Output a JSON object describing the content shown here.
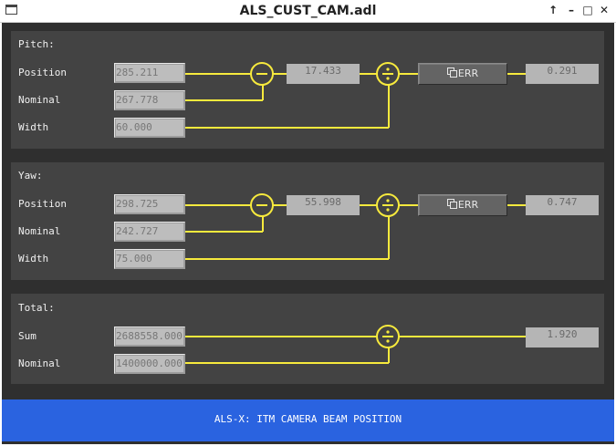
{
  "window": {
    "title": "ALS_CUST_CAM.adl",
    "buttons": {
      "up": "↑",
      "minimize": "–",
      "maximize": "□",
      "close": "✕"
    }
  },
  "pitch": {
    "heading": "Pitch:",
    "position_label": "Position",
    "nominal_label": "Nominal",
    "width_label": "Width",
    "position": "285.211",
    "nominal": "267.778",
    "width": "60.000",
    "difference": "17.433",
    "err_label": "ERR",
    "result": "0.291"
  },
  "yaw": {
    "heading": "Yaw:",
    "position_label": "Position",
    "nominal_label": "Nominal",
    "width_label": "Width",
    "position": "298.725",
    "nominal": "242.727",
    "width": "75.000",
    "difference": "55.998",
    "err_label": "ERR",
    "result": "0.747"
  },
  "total": {
    "heading": "Total:",
    "sum_label": "Sum",
    "nominal_label": "Nominal",
    "sum": "2688558.000",
    "nominal": "1400000.000",
    "result": "1.920"
  },
  "footer": {
    "text": "ALS-X: ITM CAMERA BEAM POSITION"
  },
  "colors": {
    "wire": "#f7ea3d",
    "panel": "#434343",
    "background": "#2f2f2f",
    "footer": "#2a63e0"
  },
  "icons": [
    "menu-icon",
    "subtract-icon",
    "divide-icon",
    "related-display-icon"
  ]
}
